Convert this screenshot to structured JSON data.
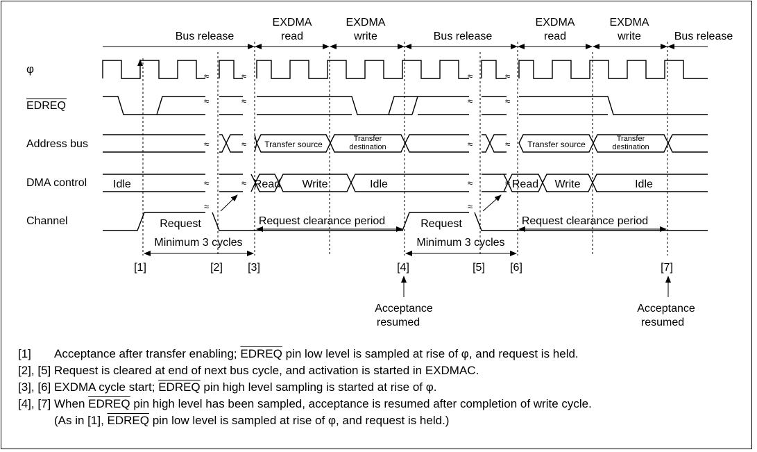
{
  "phases": {
    "bus_release_1": "Bus release",
    "exdma_read_1": [
      "EXDMA",
      "read"
    ],
    "exdma_write_1": [
      "EXDMA",
      "write"
    ],
    "bus_release_2": "Bus release",
    "exdma_read_2": [
      "EXDMA",
      "read"
    ],
    "exdma_write_2": [
      "EXDMA",
      "write"
    ],
    "bus_release_3": "Bus release"
  },
  "signals": {
    "phi": "φ",
    "edreq": "EDREQ",
    "address_bus": "Address bus",
    "dma_control": "DMA control",
    "channel": "Channel"
  },
  "cells": {
    "idle": "Idle",
    "read": "Read",
    "write": "Write",
    "transfer_source": "Transfer source",
    "transfer_destination": [
      "Transfer",
      "destination"
    ],
    "request": "Request",
    "request_clearance": "Request clearance period",
    "minimum_cycles": "Minimum 3 cycles"
  },
  "markers": [
    "[1]",
    "[2]",
    "[3]",
    "[4]",
    "[5]",
    "[6]",
    "[7]"
  ],
  "acceptance": [
    "Acceptance",
    "resumed"
  ],
  "notes": [
    {
      "tag": "[1]",
      "parts": [
        "Acceptance after transfer enabling; ",
        "EDREQ",
        " pin low level is sampled at rise of φ, and request is held."
      ]
    },
    {
      "tag": "[2], [5]",
      "parts": [
        "Request is cleared at end of next bus cycle, and activation is started in EXDMAC.",
        "",
        ""
      ]
    },
    {
      "tag": "[3], [6]",
      "parts": [
        "EXDMA cycle start; ",
        "EDREQ",
        " pin high level sampling is started at rise of φ."
      ]
    },
    {
      "tag": "[4], [7]",
      "parts": [
        "When ",
        "EDREQ",
        " pin high level has been sampled, acceptance is resumed after completion of write cycle."
      ]
    },
    {
      "tag": "",
      "parts": [
        "(As in [1], ",
        "EDREQ",
        " pin low level is sampled at rise of φ, and request is held.)"
      ]
    }
  ]
}
